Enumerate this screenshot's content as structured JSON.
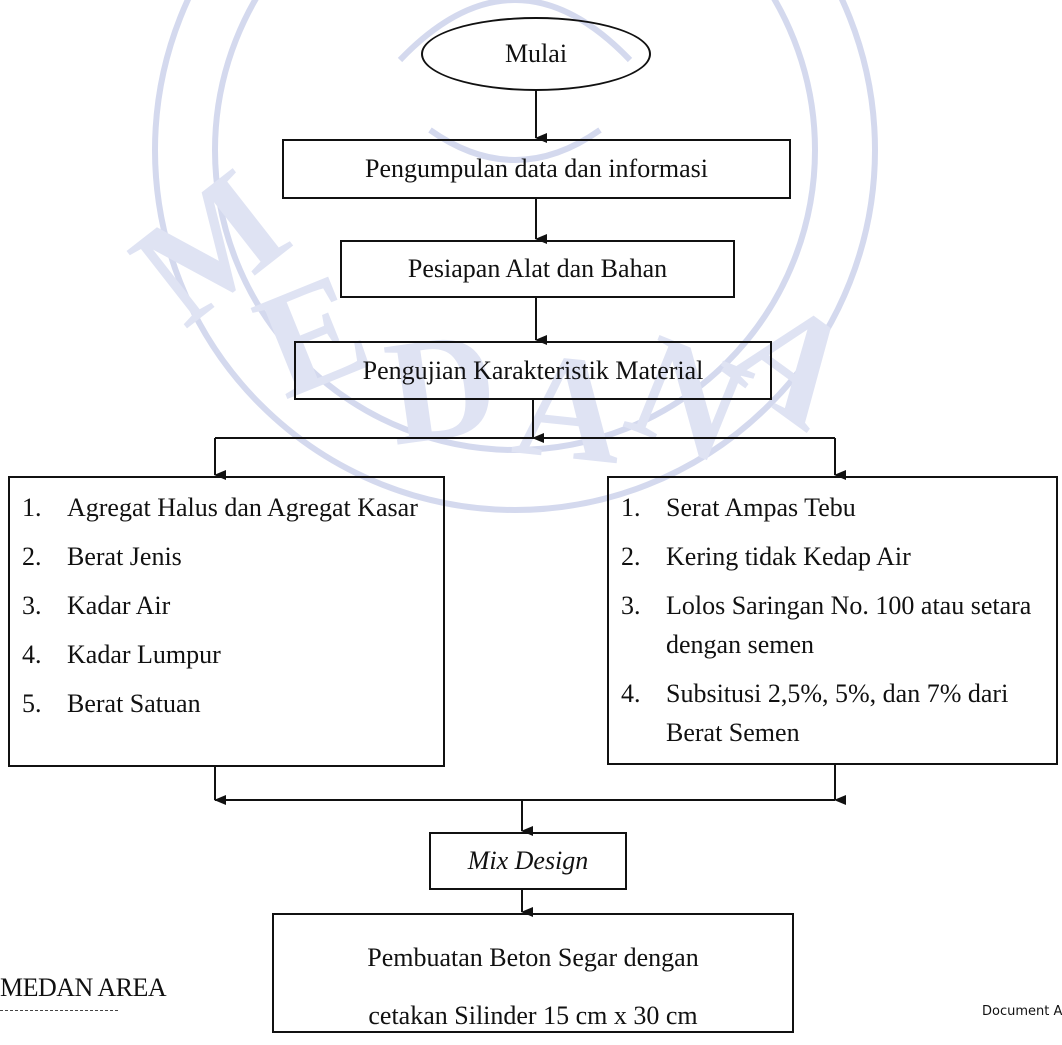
{
  "flowchart": {
    "start": "Mulai",
    "step1": "Pengumpulan data dan informasi",
    "step2": "Pesiapan Alat dan Bahan",
    "step3": "Pengujian Karakteristik Material",
    "aggregate_tests": [
      {
        "num": "1.",
        "text": "Agregat Halus dan Agregat Kasar"
      },
      {
        "num": "2.",
        "text": "Berat Jenis"
      },
      {
        "num": "3.",
        "text": "Kadar Air"
      },
      {
        "num": "4.",
        "text": "Kadar Lumpur"
      },
      {
        "num": "5.",
        "text": "Berat Satuan"
      }
    ],
    "fiber_tests": [
      {
        "num": "1.",
        "text": "Serat Ampas Tebu"
      },
      {
        "num": "2.",
        "text": "Kering tidak Kedap Air"
      },
      {
        "num": "3.",
        "text": "Lolos Saringan No. 100 atau setara dengan semen"
      },
      {
        "num": "4.",
        "text": "Subsitusi 2,5%, 5%, dan 7% dari Berat Semen"
      }
    ],
    "mix": "Mix Design",
    "final_line1": "Pembuatan Beton Segar dengan",
    "final_line2": "cetakan Silinder 15 cm x 30 cm"
  },
  "footer": {
    "left": "MEDAN AREA",
    "right": "Document Accep"
  },
  "colors": {
    "line": "#111111",
    "watermark": "#d4d9ee"
  }
}
